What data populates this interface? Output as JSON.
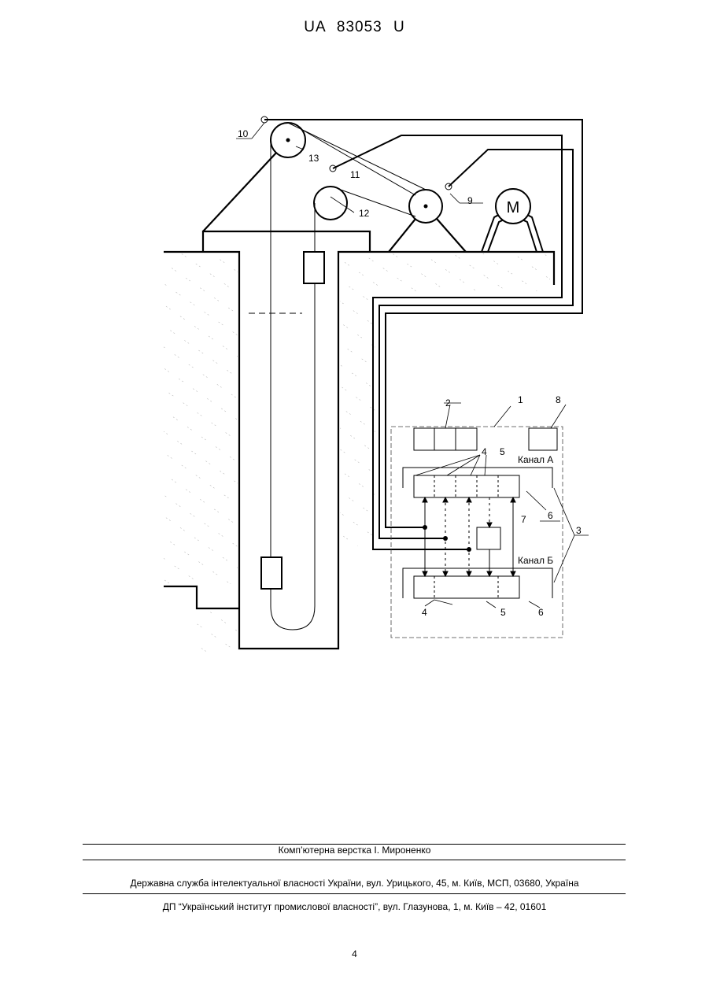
{
  "header": {
    "patent_number": "UA   83053   U"
  },
  "figure": {
    "motor_label": "M",
    "labels": {
      "l1": "1",
      "l2": "2",
      "l3": "3",
      "l4a": "4",
      "l5a": "5",
      "l6a": "6",
      "l7": "7",
      "l8": "8",
      "l9": "9",
      "l10": "10",
      "l11": "11",
      "l12": "12",
      "l13": "13",
      "l4b": "4",
      "l5b": "5",
      "l6b": "6"
    },
    "channel_a": "Канал А",
    "channel_b": "Канал Б"
  },
  "footer": {
    "layout_credit": "Комп’ютерна верстка І. Мироненко",
    "agency": "Державна служба інтелектуальної власності України, вул. Урицького, 45, м. Київ, МСП, 03680, Україна",
    "institute": "ДП “Український інститут промислової власності”, вул. Глазунова, 1, м. Київ – 42, 01601"
  },
  "page_number": "4"
}
